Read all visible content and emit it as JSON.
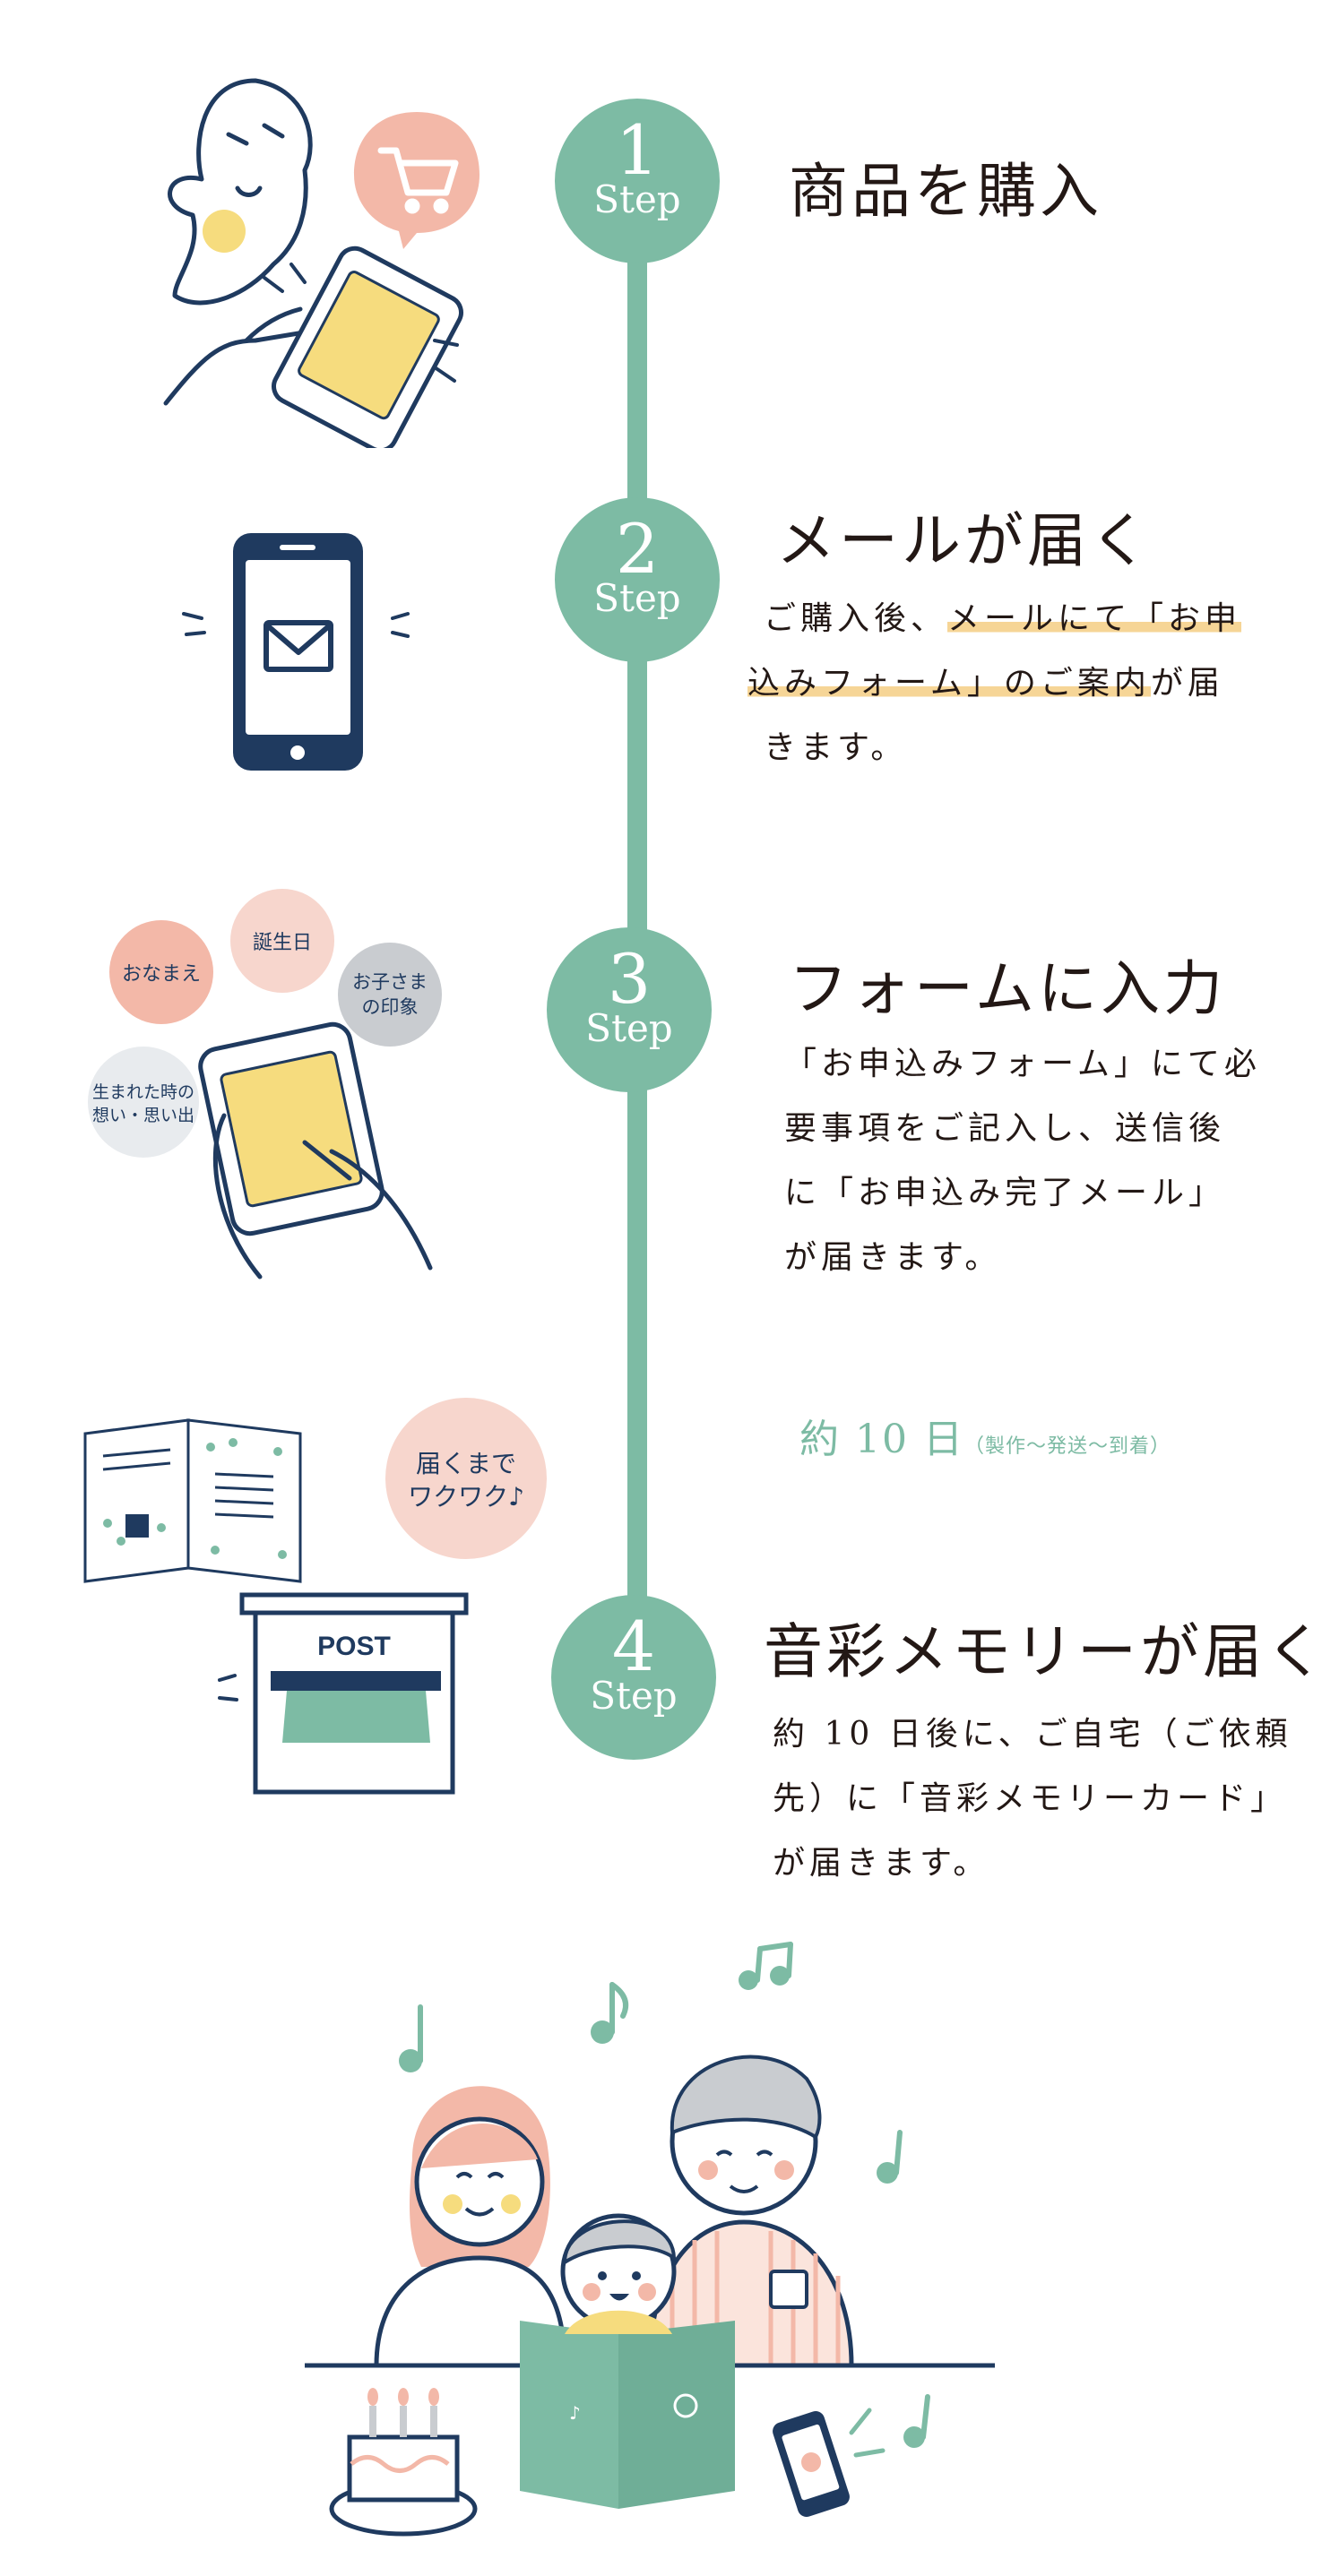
{
  "steps": [
    {
      "number": "1",
      "step_label": "Step",
      "title": "商品を購入"
    },
    {
      "number": "2",
      "step_label": "Step",
      "title": "メールが届く",
      "desc": {
        "line1_a": "ご購入後、",
        "line1_b": "メールにて「お申",
        "line2_a": "込みフォーム」のご案内",
        "line2_b": "が届",
        "line3": "きます。"
      }
    },
    {
      "number": "3",
      "step_label": "Step",
      "title": "フォームに入力",
      "desc": {
        "line1": "「お申込みフォーム」にて必",
        "line2": "要事項をご記入し、送信後",
        "line3": "に「お申込み完了メール」",
        "line4": "が届きます。"
      }
    },
    {
      "number": "4",
      "step_label": "Step",
      "title": "音彩メモリーが届く",
      "desc": {
        "line1": "約 10 日後に、ご自宅（ご依頼",
        "line2": "先）に「音彩メモリーカード」",
        "line3": "が届きます。"
      }
    }
  ],
  "duration": {
    "main": "約 10 日",
    "note": "（製作〜発送〜到着）"
  },
  "bubbles": {
    "name": "おなまえ",
    "birthday": "誕生日",
    "impression_1": "お子さま",
    "impression_2": "の印象",
    "memory_1": "生まれた時の",
    "memory_2": "想い・思い出",
    "excited_1": "届くまで",
    "excited_2": "ワクワク♪"
  },
  "post_label": "POST",
  "colors": {
    "accent_green": "#7dbba4",
    "navy": "#1f3a5f",
    "pink": "#f3b8a8",
    "yellow": "#f6dc7e",
    "highlight": "#f6d596",
    "gray": "#c9ccd0"
  },
  "icons": [
    "shopping-cart-icon",
    "smartphone-icon",
    "mail-icon",
    "postbox-icon",
    "music-note-icon",
    "birthday-cake-icon"
  ]
}
